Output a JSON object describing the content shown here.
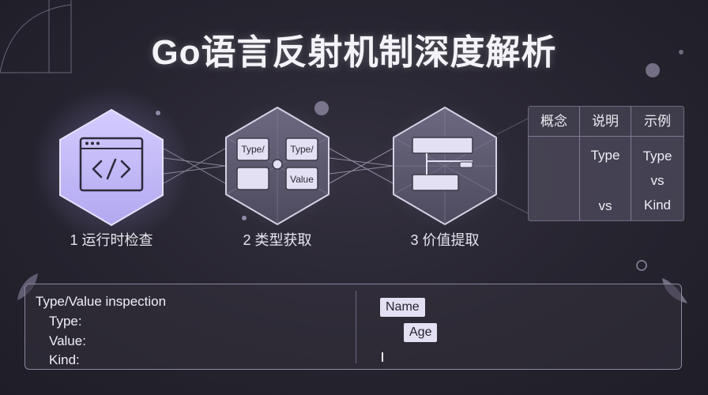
{
  "title": "Go语言反射机制深度解析",
  "steps": [
    {
      "label": "1 运行时检查",
      "icon": "code-window-icon"
    },
    {
      "label": "2 类型获取",
      "icon": "type-value-blocks-icon",
      "boxes": [
        "Type/",
        "Type/",
        "Value"
      ]
    },
    {
      "label": "3 价值提取",
      "icon": "struct-fields-icon"
    }
  ],
  "table": {
    "headers": [
      "概念",
      "说明",
      "示例"
    ],
    "desc_lines": [
      "Type",
      "vs"
    ],
    "example_lines": [
      "Type",
      "vs",
      "Kind"
    ]
  },
  "inspection": {
    "title": "Type/Value inspection",
    "lines": [
      "Type:",
      "Value:",
      "Kind:"
    ]
  },
  "fields": [
    "Name",
    "Age"
  ],
  "colors": {
    "background": "#26242f",
    "hex_fill": "#5a566b",
    "glow": "#b9b0ff",
    "accent_lavender": "#e4e0f3"
  }
}
